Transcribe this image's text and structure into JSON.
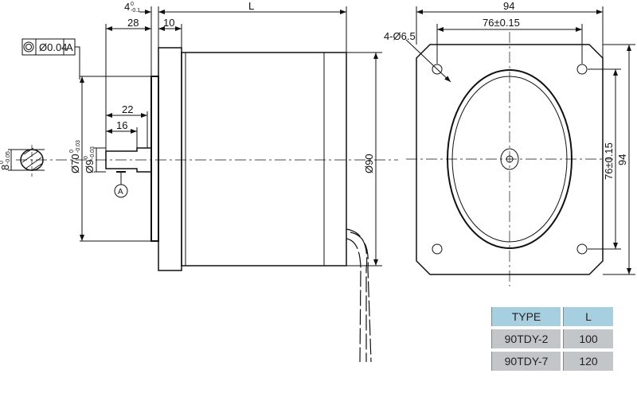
{
  "side_view": {
    "dim_L": "L",
    "dim_4": "4",
    "dim_4_tol_upper": "0",
    "dim_4_tol_lower": "-0.1",
    "dim_28": "28",
    "dim_10": "10",
    "dim_22": "22",
    "dim_16": "16",
    "dim_pilot": "Ø70",
    "dim_pilot_tol_upper": "0",
    "dim_pilot_tol_lower": "-0.03",
    "dim_shaft": "Ø9",
    "dim_shaft_tol_upper": "0",
    "dim_shaft_tol_lower": "-0.03",
    "dim_body": "Ø90",
    "dim_flat": "8",
    "dim_flat_tol_upper": "0",
    "dim_flat_tol_lower": "-0.05",
    "datum": "A",
    "tolerance_frame": {
      "symbol": "concentricity",
      "value": "Ø0.04",
      "datum": "A"
    }
  },
  "front_view": {
    "dim_width": "94",
    "dim_hole_pitch": "76±0.15",
    "dim_height": "94",
    "dim_hole_pitch_v": "76±0.15",
    "holes": "4-Ø6.5"
  },
  "table": {
    "headers": [
      "TYPE",
      "L"
    ],
    "rows": [
      [
        "90TDY-2",
        "100"
      ],
      [
        "90TDY-7",
        "120"
      ]
    ]
  },
  "colors": {
    "header": "#a6cfe0",
    "row": "#c3c6c9"
  }
}
